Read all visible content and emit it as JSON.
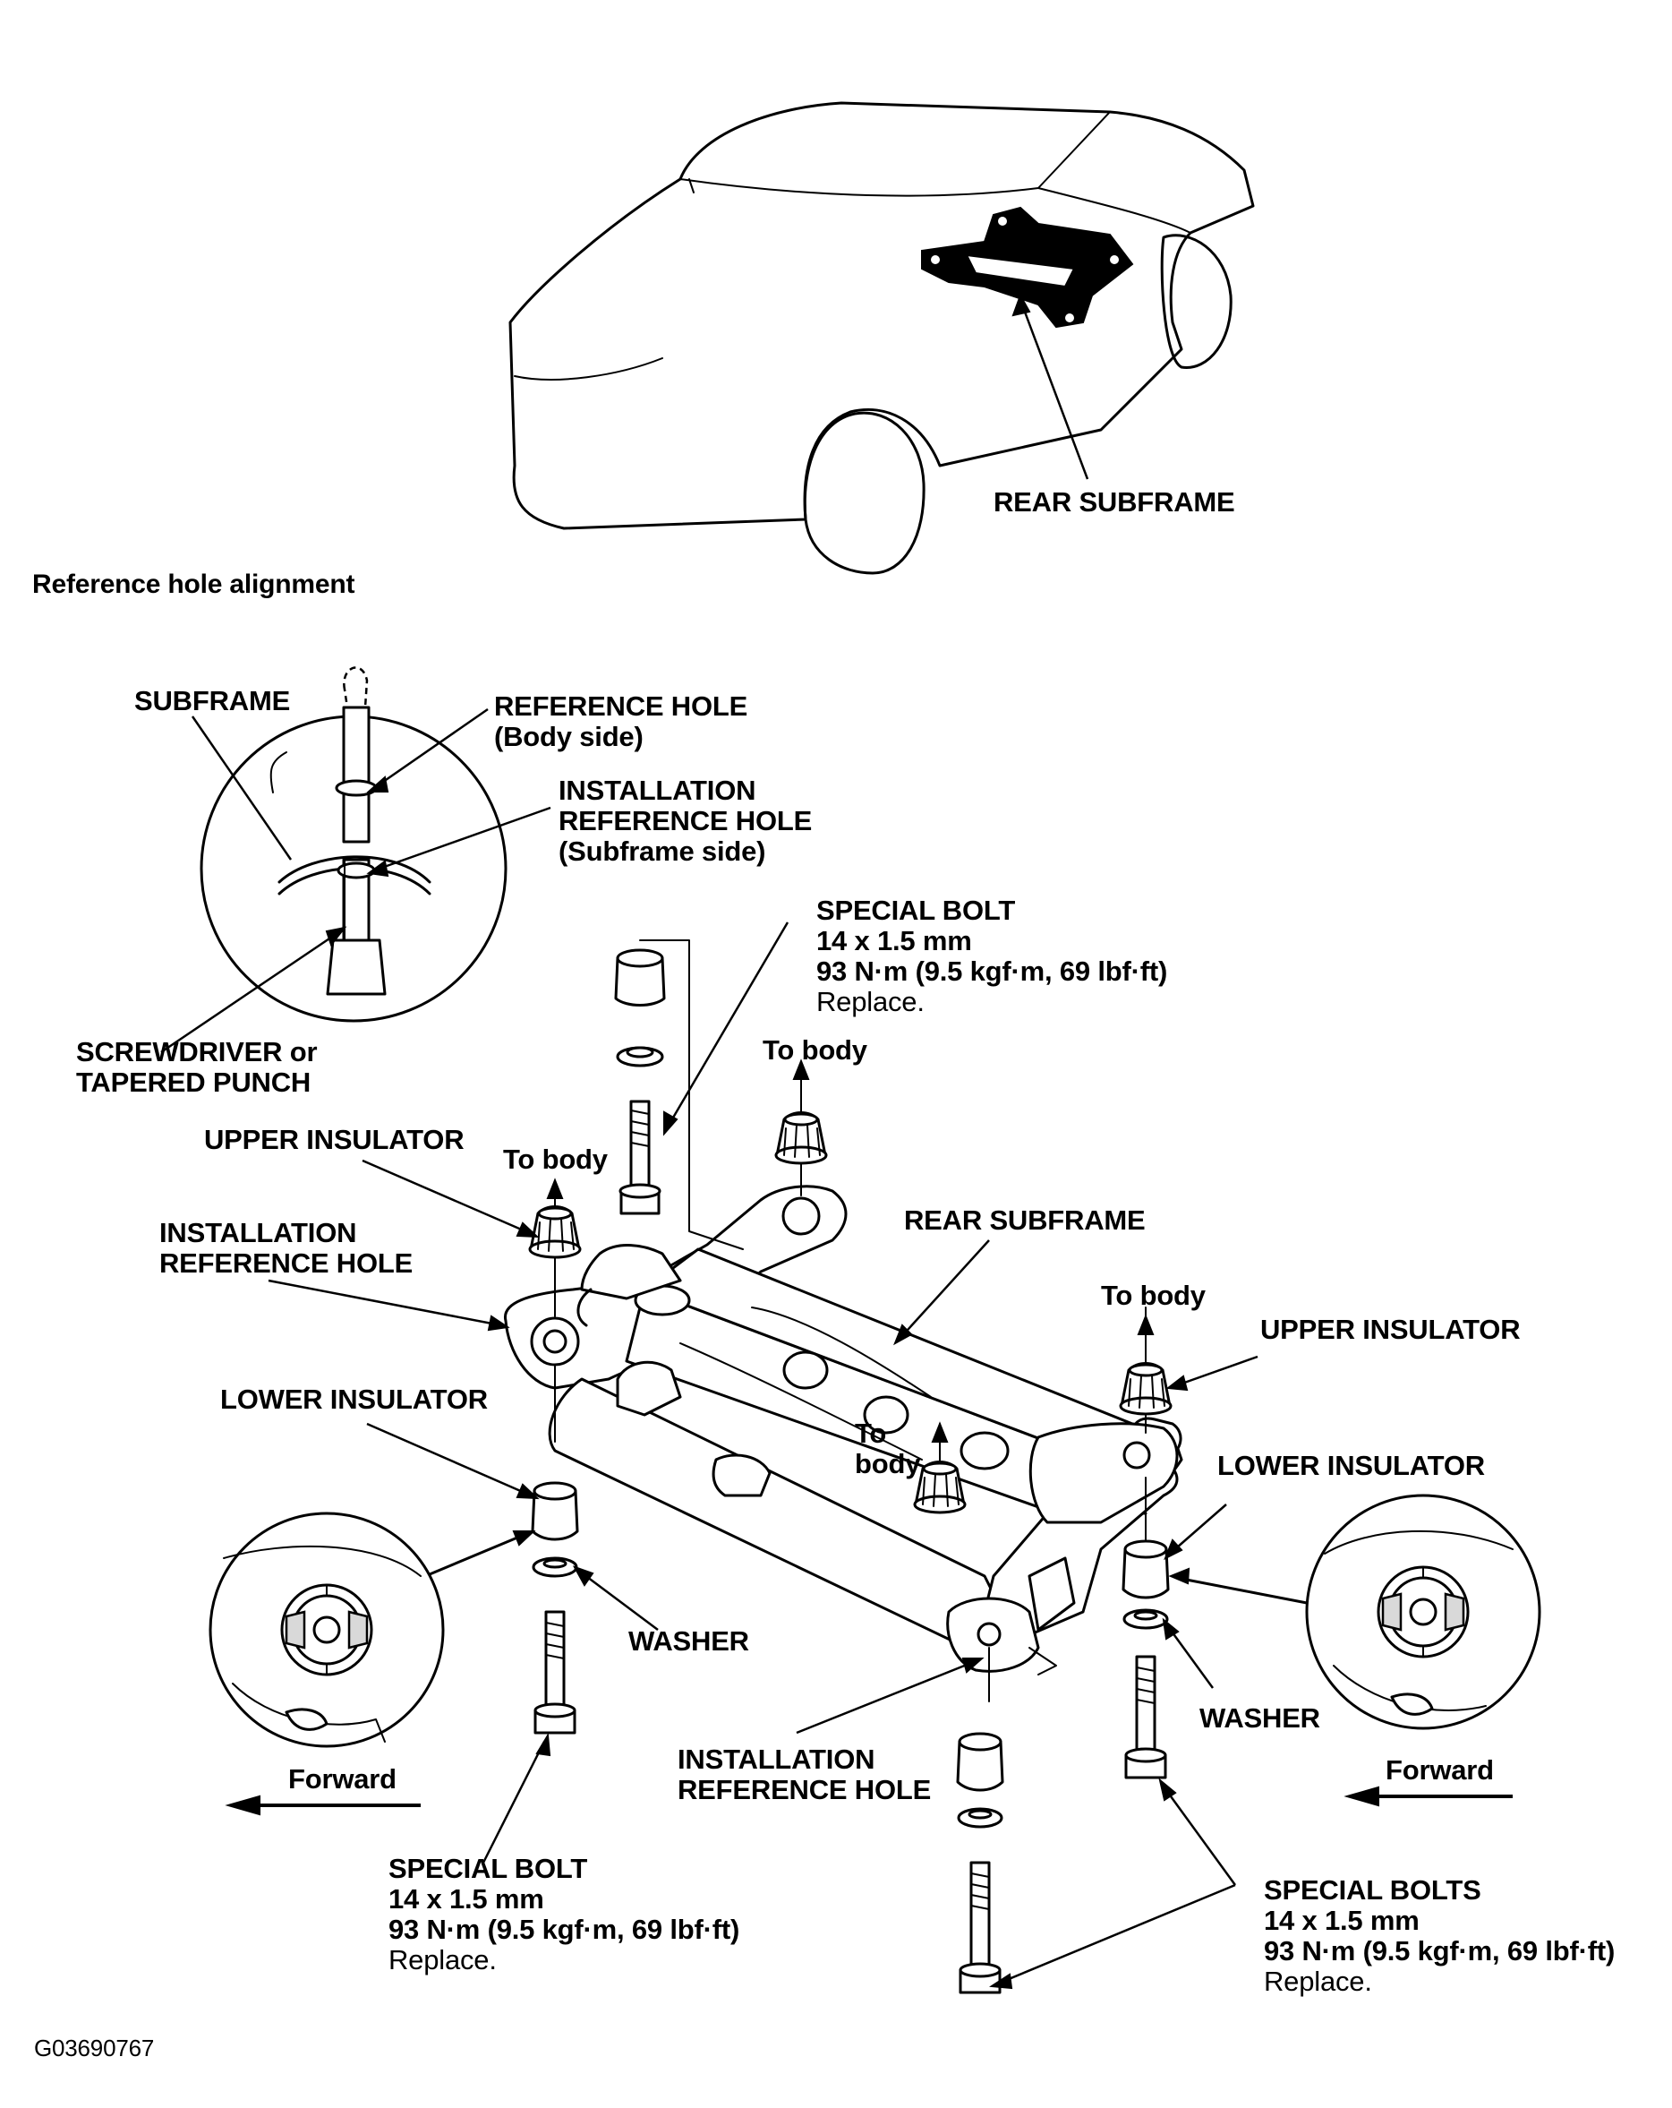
{
  "labels": {
    "rear_subframe_top": "REAR SUBFRAME",
    "section_title": "Reference hole alignment",
    "subframe": "SUBFRAME",
    "ref_hole": [
      "REFERENCE HOLE",
      "(Body side)"
    ],
    "inst_ref_hole_detail": [
      "INSTALLATION",
      "REFERENCE HOLE",
      "(Subframe side)"
    ],
    "screwdriver": [
      "SCREWDRIVER or",
      "TAPERED PUNCH"
    ],
    "special_bolt_top": [
      "SPECIAL BOLT",
      "14 x 1.5 mm",
      "93 N·m (9.5 kgf·m, 69 lbf·ft)",
      "Replace."
    ],
    "to_body_1": "To body",
    "to_body_2": "To body",
    "to_body_3": "To body",
    "to_body_4": [
      "To",
      "body"
    ],
    "upper_insulator_left": "UPPER INSULATOR",
    "upper_insulator_right": "UPPER INSULATOR",
    "inst_ref_hole_left": [
      "INSTALLATION",
      "REFERENCE HOLE"
    ],
    "rear_subframe_mid": "REAR SUBFRAME",
    "lower_insulator_left": "LOWER INSULATOR",
    "lower_insulator_right": "LOWER INSULATOR",
    "washer_left": "WASHER",
    "washer_right": "WASHER",
    "forward_left": "Forward",
    "forward_right": "Forward",
    "inst_ref_hole_bottom": [
      "INSTALLATION",
      "REFERENCE HOLE"
    ],
    "special_bolt_bottom": [
      "SPECIAL BOLT",
      "14 x 1.5 mm",
      "93 N·m (9.5 kgf·m, 69 lbf·ft)",
      "Replace."
    ],
    "special_bolts_right": [
      "SPECIAL BOLTS",
      "14 x 1.5 mm",
      "93 N·m (9.5 kgf·m, 69 lbf·ft)",
      "Replace."
    ],
    "figure_id": "G03690767"
  },
  "colors": {
    "ink": "#000000",
    "paper": "#ffffff",
    "shade": "#d9d9d9"
  }
}
